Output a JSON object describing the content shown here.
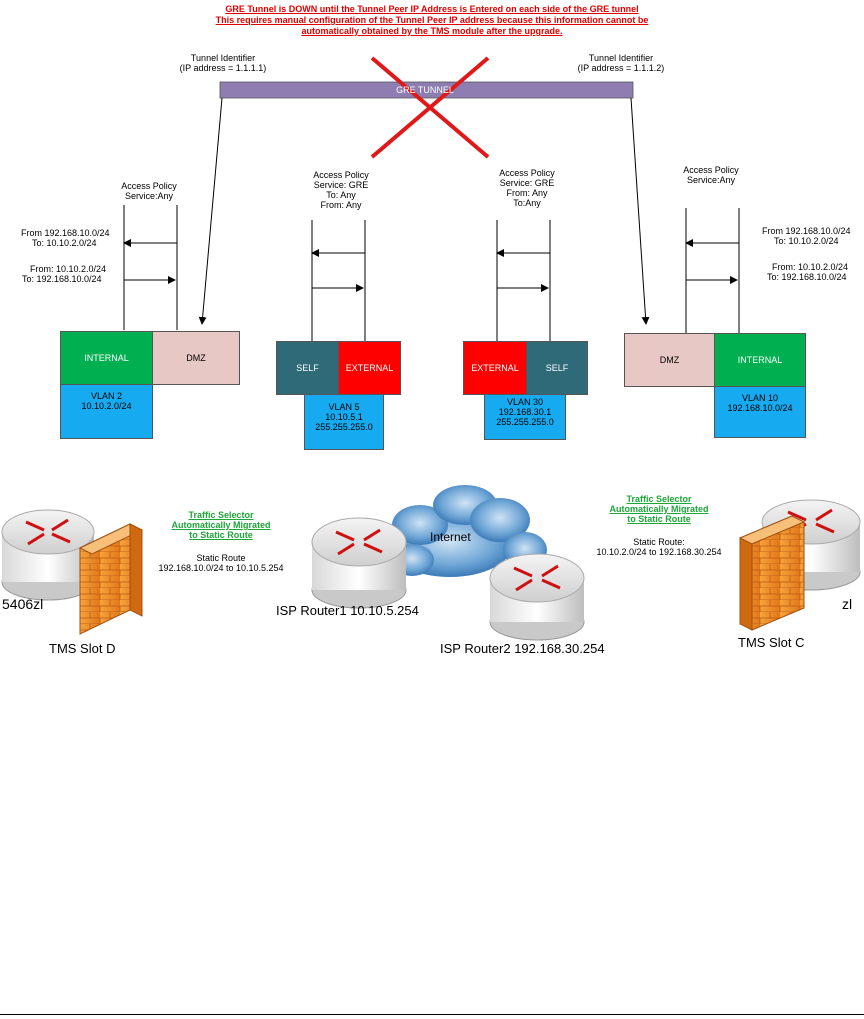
{
  "warning": {
    "line1": "GRE Tunnel is DOWN until the Tunnel Peer IP Address is Entered on each side of the GRE tunnel",
    "line2": "This requires manual configuration of the Tunnel Peer IP address because this information cannot be",
    "line3": "automatically obtained by the TMS module after the upgrade."
  },
  "tunnel": {
    "left_id_label": "Tunnel Identifier",
    "left_id_value": "(IP address = 1.1.1.1)",
    "right_id_label": "Tunnel Identifier",
    "right_id_value": "(IP address = 1.1.1.2)",
    "bar_label": "GRE TUNNEL",
    "bar_color": "#8e7db0",
    "cross_color": "#e01818"
  },
  "policies": {
    "left": {
      "title": "Access Policy",
      "service": "Service:Any",
      "from1": "From 192.168.10.0/24",
      "to1": "To: 10.10.2.0/24",
      "from2": "From: 10.10.2.0/24",
      "to2": "To:  192.168.10.0/24"
    },
    "mid_left": {
      "title": "Access Policy",
      "service": "Service: GRE",
      "l3": "To: Any",
      "l4": "From: Any"
    },
    "mid_right": {
      "title": "Access Policy",
      "service": "Service: GRE",
      "l3": "From: Any",
      "l4": "To:Any"
    },
    "right": {
      "title": "Access Policy",
      "service": "Service:Any",
      "from1": "From 192.168.10.0/24",
      "to1": "To: 10.10.2.0/24",
      "from2": "From: 10.10.2.0/24",
      "to2": "To:  192.168.10.0/24"
    }
  },
  "zones": {
    "internal": "INTERNAL",
    "dmz": "DMZ",
    "self": "SELF",
    "external": "EXTERNAL",
    "colors": {
      "internal": "#00b050",
      "dmz": "#e8c8c4",
      "self": "#2e6a78",
      "external": "#ff0000",
      "vlan": "#16aaf0"
    }
  },
  "vlans": {
    "v2": {
      "l1": "VLAN 2",
      "l2": "10.10.2.0/24"
    },
    "v5": {
      "l1": "VLAN 5",
      "l2": "10.10.5.1",
      "l3": "255.255.255.0"
    },
    "v30": {
      "l1": "VLAN 30",
      "l2": "192.168.30.1",
      "l3": "255.255.255.0"
    },
    "v10": {
      "l1": "VLAN 10",
      "l2": "192.168.10.0/24"
    }
  },
  "annotations": {
    "left": {
      "a1": "Traffic Selector",
      "a2": "Automatically Migrated",
      "a3": "to Static Route",
      "s1": "Static Route",
      "s2": "192.168.10.0/24 to 10.10.5.254"
    },
    "right": {
      "a1": "Traffic Selector",
      "a2": "Automatically Migrated",
      "a3": "to Static Route",
      "s1": "Static Route:",
      "s2": "10.10.2.0/24 to 192.168.30.254"
    }
  },
  "devices": {
    "left_switch": "5406zl",
    "right_switch": "zl",
    "tms_d": "TMS Slot D",
    "tms_c": "TMS Slot C",
    "isp1": "ISP Router1 10.10.5.254",
    "isp2": "ISP Router2 192.168.30.254",
    "internet": "Internet"
  }
}
